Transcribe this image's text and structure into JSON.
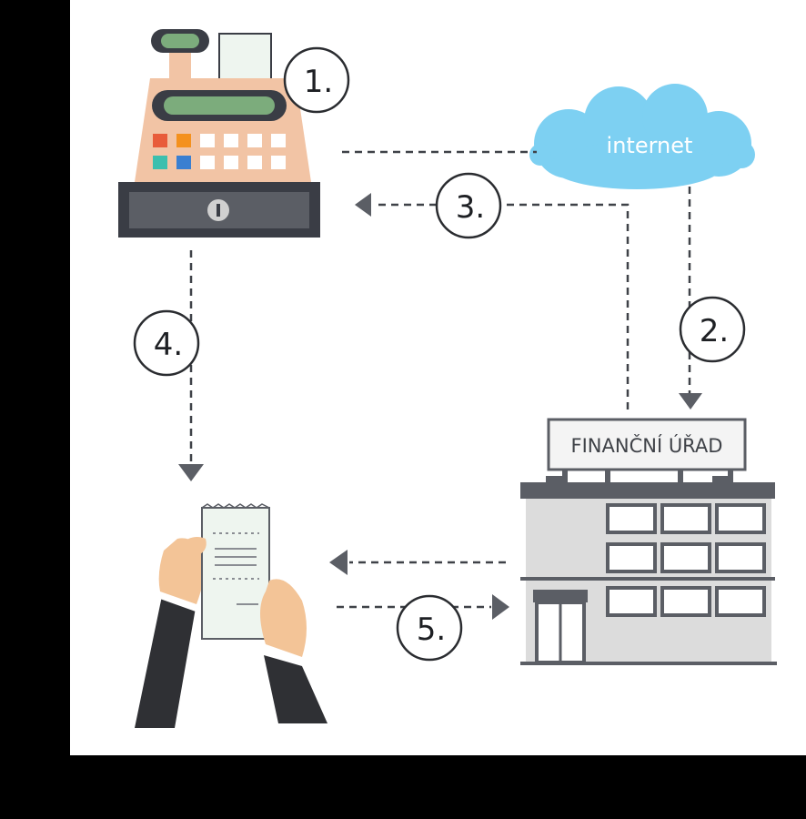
{
  "diagram": {
    "cloud_label": "internet",
    "office_sign": "FINANČNÍ ÚŘAD",
    "steps": [
      "1.",
      "2.",
      "3.",
      "4.",
      "5."
    ]
  },
  "colors": {
    "background": "#000000",
    "panel": "#ffffff",
    "register_body": "#f2c4a5",
    "register_drawer": "#3a3d45",
    "register_screen": "#7cac7c",
    "key_red": "#e85c3a",
    "key_orange": "#f4911e",
    "key_teal": "#3cbfae",
    "key_blue": "#3a7fd1",
    "cloud": "#7dd0f2",
    "building": "#dcdcdc",
    "building_dark": "#5b5e65",
    "hand": "#f3c497",
    "sleeve": "#2f3034",
    "receipt": "#eef5ef",
    "line": "#3f4248"
  }
}
